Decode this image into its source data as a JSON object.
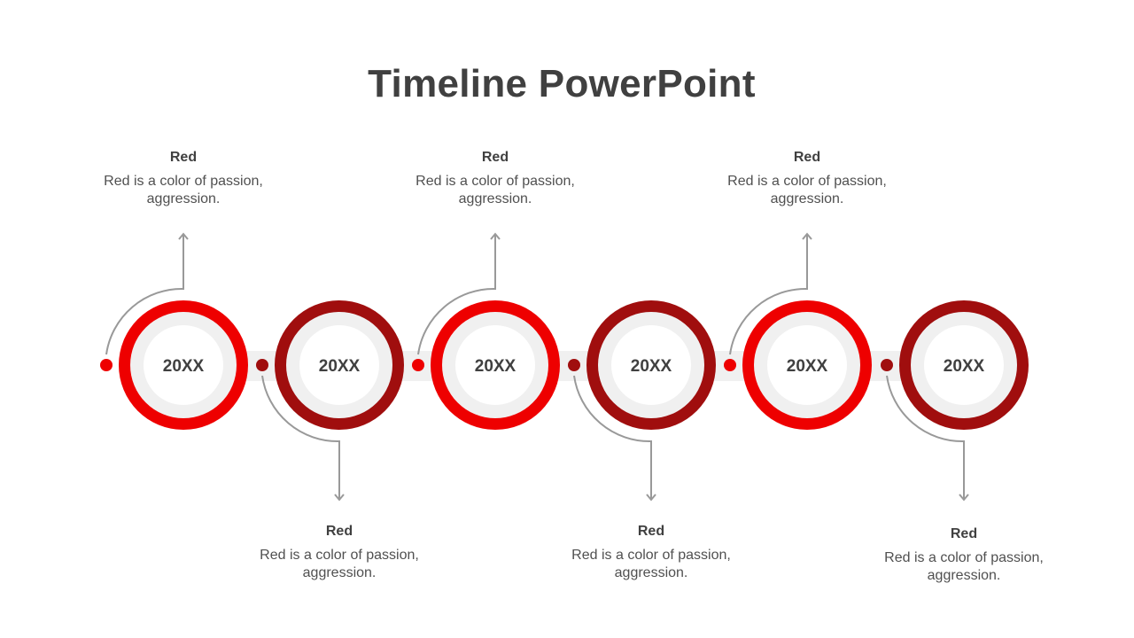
{
  "title": "Timeline PowerPoint",
  "colors": {
    "bright_red": "#ee0000",
    "dark_red": "#a00e0e",
    "connector": "#f0f0f0",
    "inner": "#ffffff",
    "arrow": "#999999"
  },
  "milestones": [
    {
      "year": "20XX",
      "heading": "Red",
      "text": "Red is a color of passion, aggression.",
      "color": "bright_red",
      "position": "top"
    },
    {
      "year": "20XX",
      "heading": "Red",
      "text": "Red is a color of passion, aggression.",
      "color": "dark_red",
      "position": "bottom"
    },
    {
      "year": "20XX",
      "heading": "Red",
      "text": "Red is a color of passion, aggression.",
      "color": "bright_red",
      "position": "top"
    },
    {
      "year": "20XX",
      "heading": "Red",
      "text": "Red is a color of passion, aggression.",
      "color": "dark_red",
      "position": "bottom"
    },
    {
      "year": "20XX",
      "heading": "Red",
      "text": "Red is a color of passion, aggression.",
      "color": "bright_red",
      "position": "top"
    },
    {
      "year": "20XX",
      "heading": "Red",
      "text": "Red is a color of passion, aggression.",
      "color": "dark_red",
      "position": "bottom"
    }
  ]
}
